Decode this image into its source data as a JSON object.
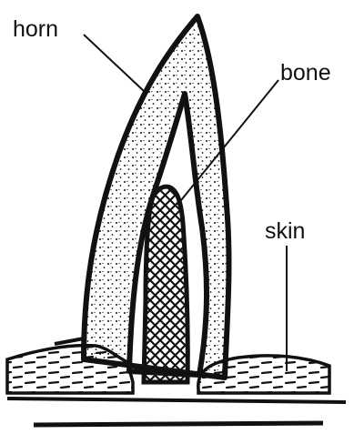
{
  "diagram": {
    "labels": {
      "horn": "horn",
      "bone": "bone",
      "skin": "skin"
    },
    "colors": {
      "ink": "#111111",
      "background": "#ffffff"
    }
  }
}
